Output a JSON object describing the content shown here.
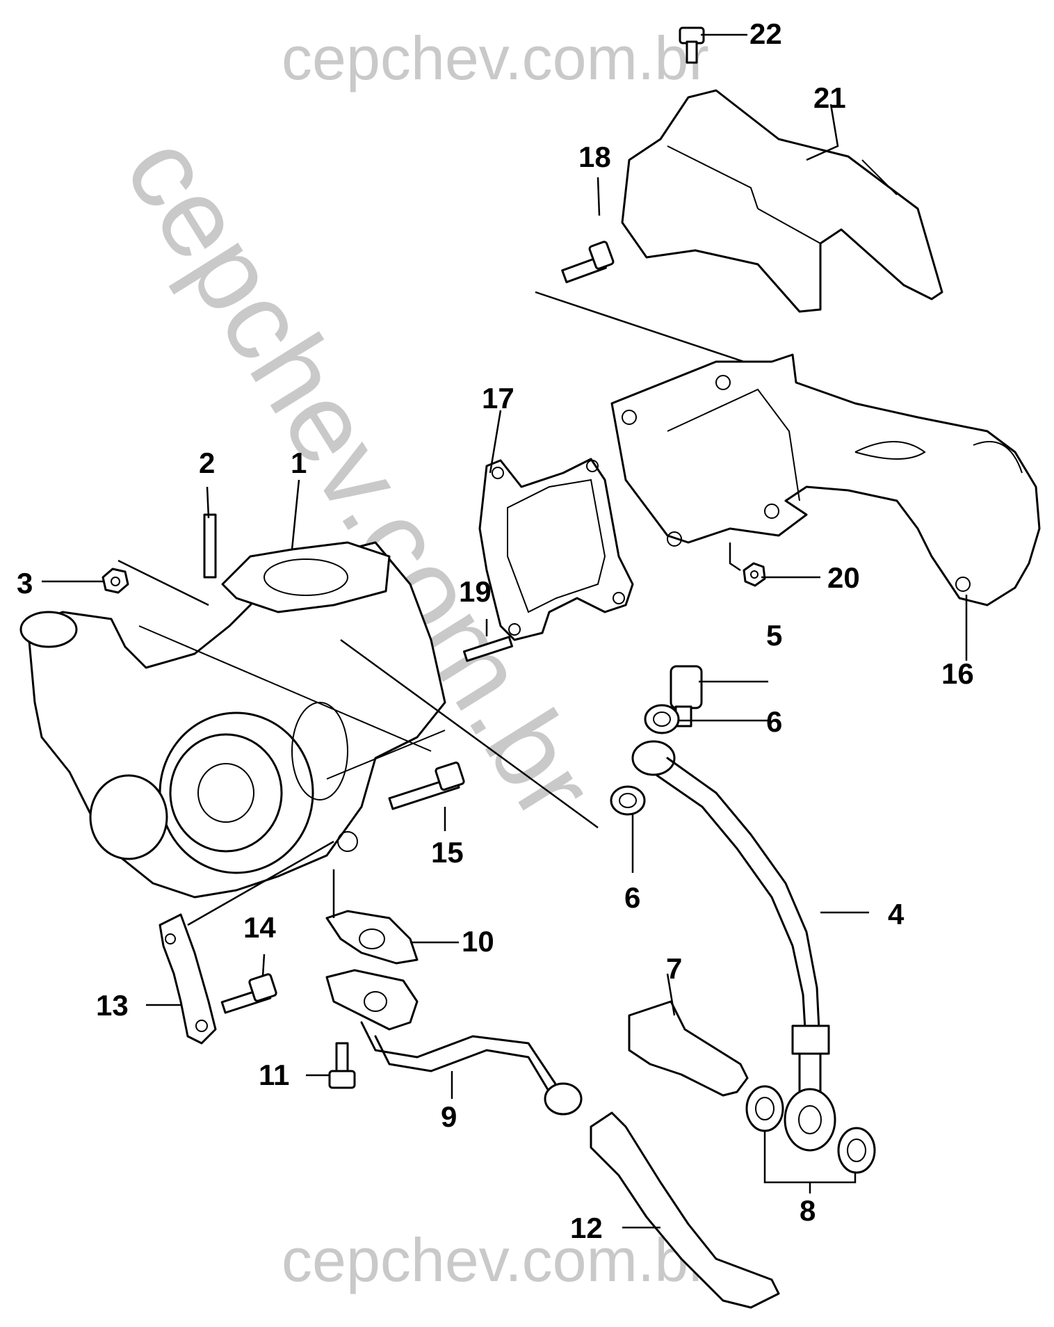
{
  "watermark": {
    "text": "cepchev.com.br"
  },
  "callouts": {
    "n1": "1",
    "n2": "2",
    "n3": "3",
    "n4": "4",
    "n5": "5",
    "n6": "6",
    "n7": "7",
    "n8": "8",
    "n9": "9",
    "n10": "10",
    "n11": "11",
    "n12": "12",
    "n13": "13",
    "n14": "14",
    "n15": "15",
    "n16": "16",
    "n17": "17",
    "n18": "18",
    "n19": "19",
    "n20": "20",
    "n21": "21",
    "n22": "22"
  }
}
